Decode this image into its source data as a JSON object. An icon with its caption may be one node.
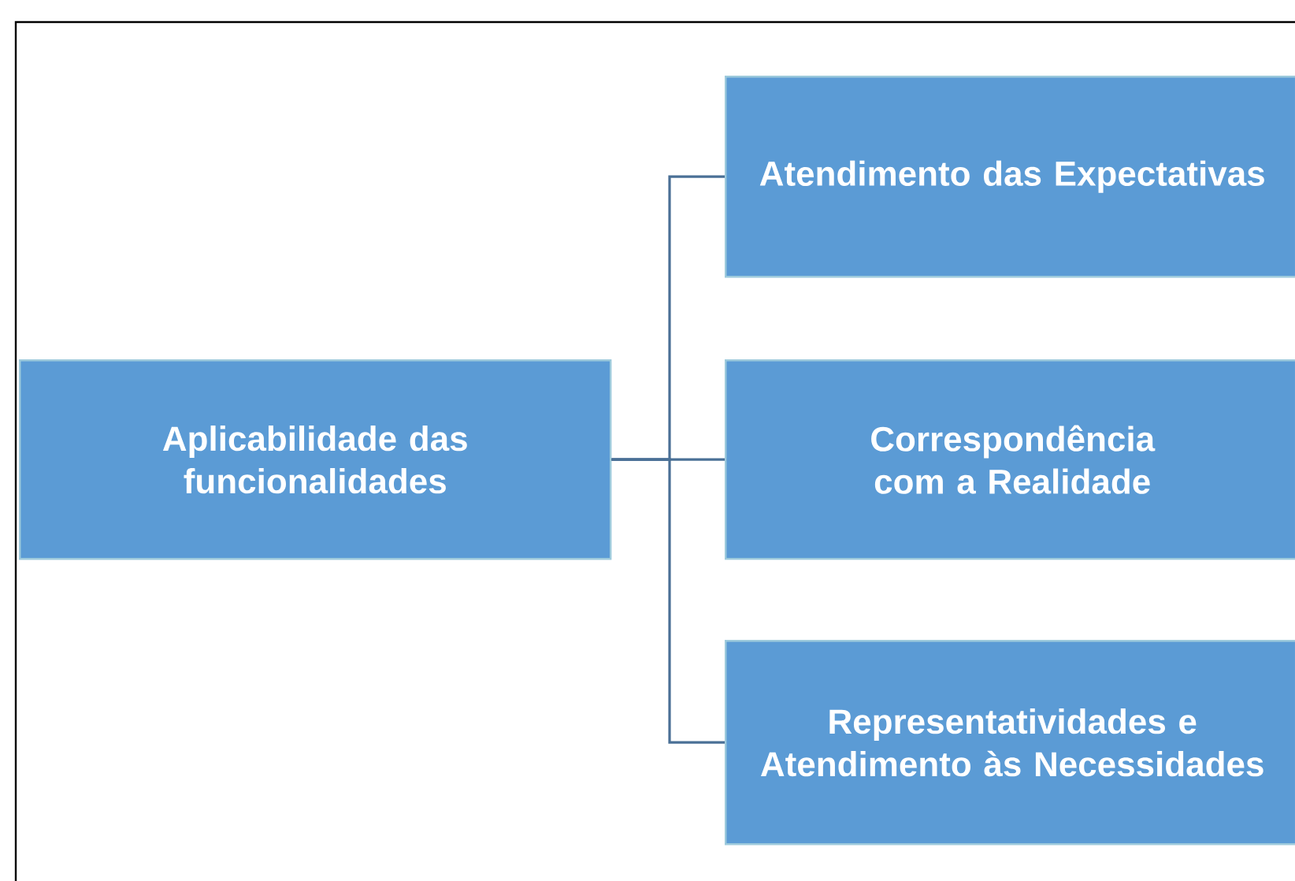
{
  "diagram": {
    "nodes": [
      {
        "text": [
          "Aplicabilidade das funcionalidades"
        ]
      },
      {
        "text": [
          "Atendimento das Expectativas"
        ]
      },
      {
        "text": [
          "Correspondência com a Realidade"
        ]
      },
      {
        "text": [
          "Representatividades e Atendimento às Necessidades"
        ]
      }
    ],
    "edges": [
      {
        "from": 0,
        "to": 1,
        "arrow": "none"
      },
      {
        "from": 0,
        "to": 2,
        "arrow": "none"
      },
      {
        "from": 0,
        "to": 3,
        "arrow": "none"
      }
    ]
  }
}
